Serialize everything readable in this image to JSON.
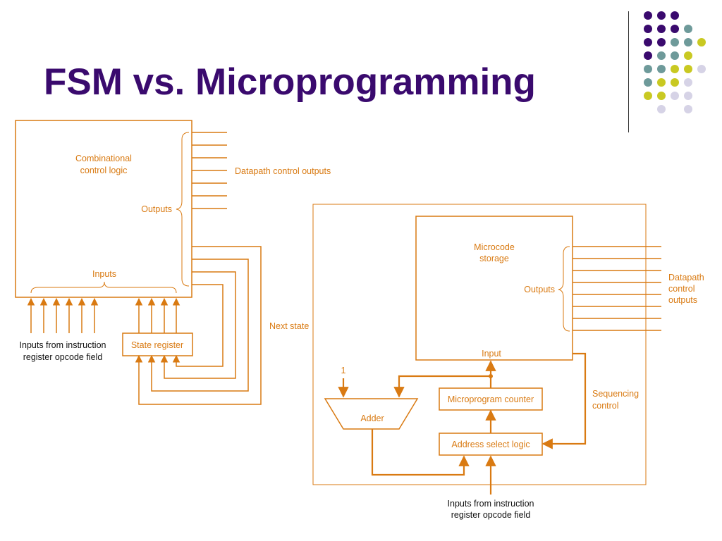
{
  "slide": {
    "title": "FSM vs. Microprogramming"
  },
  "colors": {
    "title": "#3a0a6e",
    "diagram_orange": "#d97a12",
    "dot_purple": "#3a0a6e",
    "dot_teal": "#6e9a9a",
    "dot_yellow": "#c9c922",
    "dot_lavender": "#d6d3e6"
  },
  "fsm": {
    "combinational_line1": "Combinational",
    "combinational_line2": "control logic",
    "outputs_label": "Outputs",
    "datapath_label": "Datapath control outputs",
    "inputs_label": "Inputs",
    "state_register_label": "State register",
    "next_state_label": "Next state",
    "source_line1": "Inputs from instruction",
    "source_line2": "register opcode field"
  },
  "micro": {
    "storage_line1": "Microcode",
    "storage_line2": "storage",
    "outputs_label": "Outputs",
    "datapath_line1": "Datapath",
    "datapath_line2": "control",
    "datapath_line3": "outputs",
    "input_label": "Input",
    "constant_one": "1",
    "adder_label": "Adder",
    "counter_label": "Microprogram counter",
    "address_logic_label": "Address select logic",
    "sequencing_line1": "Sequencing",
    "sequencing_line2": "control",
    "source_line1": "Inputs from instruction",
    "source_line2": "register opcode field"
  }
}
